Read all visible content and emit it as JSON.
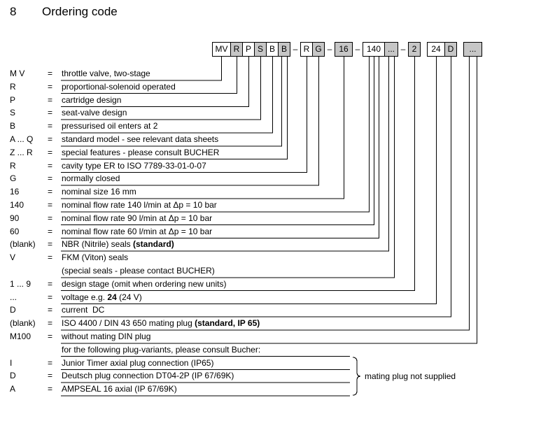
{
  "title": {
    "number": "8",
    "text": "Ordering code"
  },
  "code_boxes": [
    {
      "label": "MV",
      "shaded": false
    },
    {
      "label": "R",
      "shaded": true
    },
    {
      "label": "P",
      "shaded": false
    },
    {
      "label": "S",
      "shaded": true
    },
    {
      "label": "B",
      "shaded": false
    },
    {
      "label": "B",
      "shaded": true
    },
    {
      "dash": "–"
    },
    {
      "label": "R",
      "shaded": false
    },
    {
      "label": "G",
      "shaded": true
    },
    {
      "dash": "–"
    },
    {
      "label": "16",
      "shaded": true
    },
    {
      "dash": "–"
    },
    {
      "label": "140",
      "shaded": false
    },
    {
      "label": "...",
      "shaded": true
    },
    {
      "dash": "–"
    },
    {
      "label": "2",
      "shaded": true
    },
    {
      "gap": true
    },
    {
      "label": "24",
      "shaded": false
    },
    {
      "label": "D",
      "shaded": true
    },
    {
      "gap": true
    },
    {
      "label": "...",
      "shaded": true
    }
  ],
  "legend_rows": [
    {
      "code": "M V",
      "eq": "=",
      "pre": "throttle valve, two-stage"
    },
    {
      "code": "R",
      "eq": "=",
      "pre": "proportional-solenoid operated"
    },
    {
      "code": "P",
      "eq": "=",
      "pre": "cartridge design"
    },
    {
      "code": "S",
      "eq": "=",
      "pre": "seat-valve design"
    },
    {
      "code": "B",
      "eq": "=",
      "pre": "pressurised oil enters at 2"
    },
    {
      "code": "A ... Q",
      "eq": "=",
      "pre": "standard model - see relevant data sheets"
    },
    {
      "code": "Z ... R",
      "eq": "=",
      "pre": "special features - please consult BUCHER"
    },
    {
      "code": "R",
      "eq": "=",
      "pre": "cavity type ER to ISO 7789-33-01-0-07"
    },
    {
      "code": "G",
      "eq": "=",
      "pre": "normally closed"
    },
    {
      "code": "16",
      "eq": "=",
      "pre": "nominal size 16 mm"
    },
    {
      "code": "140",
      "eq": "=",
      "pre": "nominal flow rate 140 l/min at Δp = 10 bar"
    },
    {
      "code": "90",
      "eq": "=",
      "pre": "nominal flow rate 90 l/min at Δp = 10 bar"
    },
    {
      "code": "60",
      "eq": "=",
      "pre": "nominal flow rate 60 l/min at Δp = 10 bar"
    },
    {
      "code": "(blank)",
      "eq": "=",
      "pre": "NBR (Nitrile) seals ",
      "bold": "(standard)"
    },
    {
      "code": "V",
      "eq": "=",
      "pre": "FKM (Viton) seals"
    },
    {
      "code": "",
      "eq": "",
      "pre": "(special seals - please contact BUCHER)"
    },
    {
      "code": "1 ... 9",
      "eq": "=",
      "pre": "design stage (omit when ordering new units)"
    },
    {
      "code": "...",
      "eq": "=",
      "pre": "voltage e.g. ",
      "bold": "24",
      "post": " (24 V)"
    },
    {
      "code": "D",
      "eq": "=",
      "pre": "current  DC"
    },
    {
      "code": "(blank)",
      "eq": "=",
      "pre": "ISO 4400 / DIN 43 650 mating plug ",
      "bold": "(standard, IP 65)"
    },
    {
      "code": "M100",
      "eq": "=",
      "pre": "without mating DIN plug"
    },
    {
      "code": "",
      "eq": "",
      "pre": "for the following plug-variants, please consult Bucher:"
    },
    {
      "code": "I",
      "eq": "=",
      "pre": "Junior Timer axial plug connection (IP65)"
    },
    {
      "code": "D",
      "eq": "=",
      "pre": "Deutsch plug connection DT04-2P (IP 67/69K)"
    },
    {
      "code": "A",
      "eq": "=",
      "pre": "AMPSEAL 16 axial (IP 67/69K)"
    }
  ],
  "brace_label": "mating plug not supplied"
}
